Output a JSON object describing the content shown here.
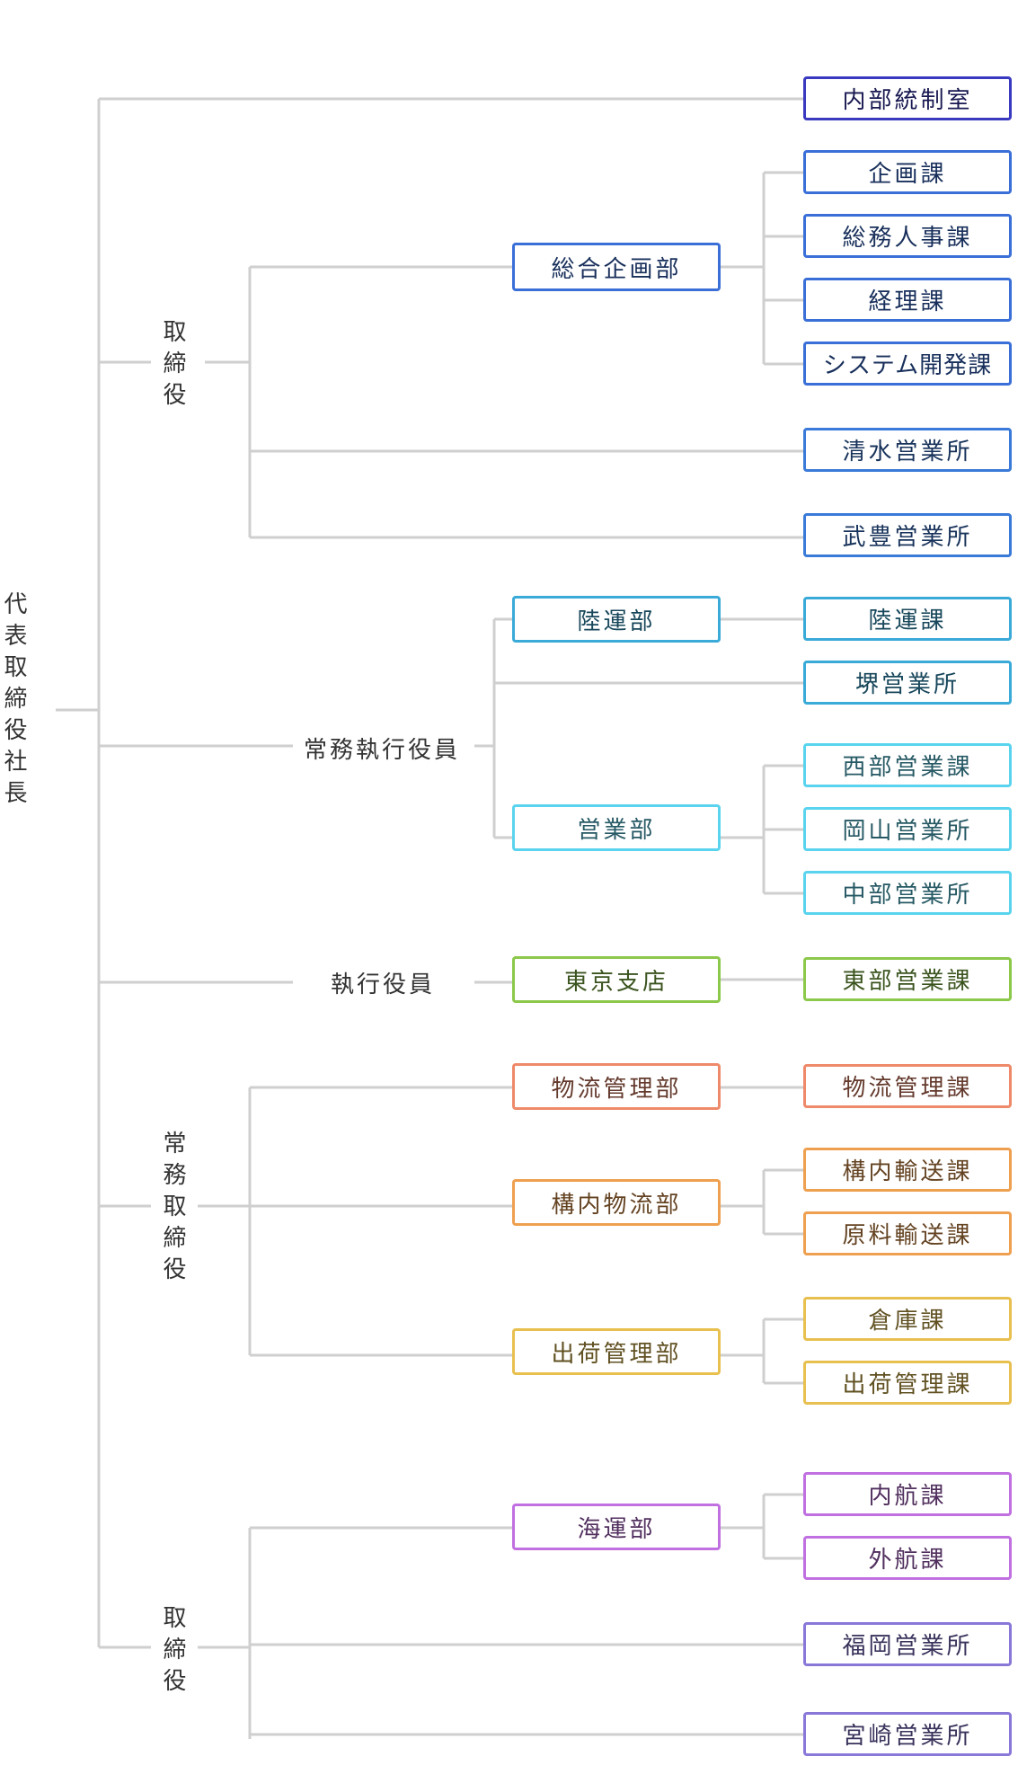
{
  "root": "代表取締役社長",
  "branches": [
    {
      "label": "取締役",
      "label_orientation": "vertical",
      "items": [
        {
          "name": "総合企画部",
          "color": "#3a6fd8",
          "children": [
            "企画課",
            "総務人事課",
            "経理課",
            "システム開発課"
          ]
        },
        {
          "name": "清水営業所",
          "color": "#3a7ad8"
        },
        {
          "name": "武豊営業所",
          "color": "#3a7ad8"
        }
      ]
    },
    {
      "label": "常務執行役員",
      "label_orientation": "horizontal",
      "items": [
        {
          "name": "陸運部",
          "color": "#3aaad8",
          "children": [
            "陸運課"
          ]
        },
        {
          "name": "堺営業所",
          "color": "#3aaad8"
        },
        {
          "name": "営業部",
          "color": "#5ad4ee",
          "children": [
            "西部営業課",
            "岡山営業所",
            "中部営業所"
          ]
        }
      ]
    },
    {
      "label": "執行役員",
      "label_orientation": "horizontal",
      "items": [
        {
          "name": "東京支店",
          "color": "#8cc84a",
          "children": [
            "東部営業課"
          ]
        }
      ]
    },
    {
      "label": "常務取締役",
      "label_orientation": "vertical",
      "items": [
        {
          "name": "物流管理部",
          "color": "#ee8a6a",
          "children": [
            "物流管理課"
          ]
        },
        {
          "name": "構内物流部",
          "color": "#eea050",
          "children": [
            "構内輸送課",
            "原料輸送課"
          ]
        },
        {
          "name": "出荷管理部",
          "color": "#e8c050",
          "children": [
            "倉庫課",
            "出荷管理課"
          ]
        }
      ]
    },
    {
      "label": "取締役",
      "label_orientation": "vertical",
      "items": [
        {
          "name": "海運部",
          "color": "#c070e0",
          "children": [
            "内航課",
            "外航課"
          ]
        },
        {
          "name": "福岡営業所",
          "color": "#8a78d8"
        },
        {
          "name": "宮崎営業所",
          "color": "#8a78d8"
        }
      ]
    }
  ],
  "top_unit": {
    "name": "内部統制室",
    "color": "#3a3ac0"
  }
}
